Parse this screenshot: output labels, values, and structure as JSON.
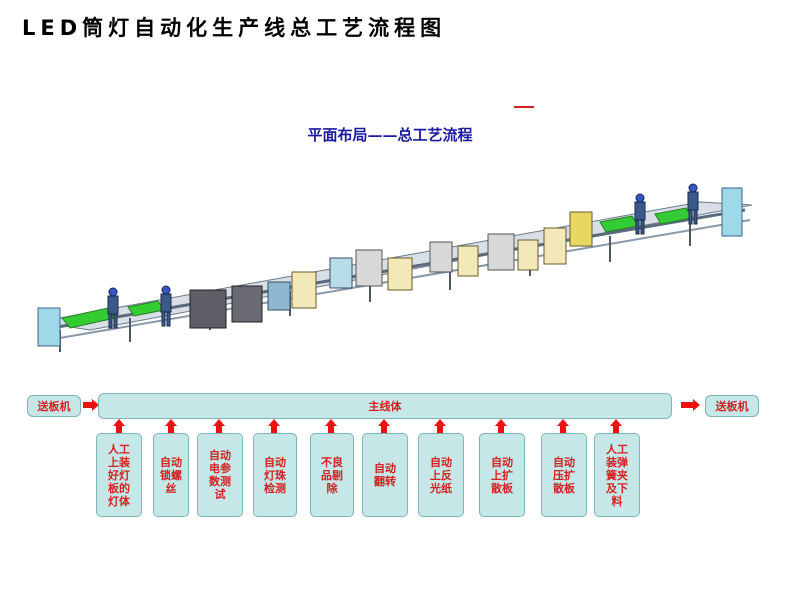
{
  "page": {
    "title": "LED筒灯自动化生产线总工艺流程图",
    "subtitle": "平面布局——总工艺流程"
  },
  "flow": {
    "input_conveyor": "送板机",
    "main_line": "主线体",
    "output_conveyor": "送板机",
    "processes": [
      "人工上装好灯板的灯体",
      "自动锁螺丝",
      "自动电参数测试",
      "自动灯珠检测",
      "不良品剔除",
      "自动翻转",
      "自动上反光纸",
      "自动上扩散板",
      "自动压扩散板",
      "人工装弹簧夹及下料"
    ]
  },
  "colors": {
    "box_fill": "#c5e7e7",
    "box_text": "#d42020",
    "arrow": "#ee1111",
    "subtitle": "#1a1aa0"
  }
}
